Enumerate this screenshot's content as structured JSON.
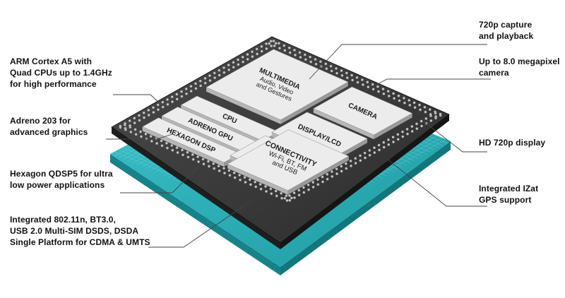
{
  "callouts": {
    "cpu": [
      "ARM Cortex A5 with",
      "Quad CPUs up to 1.4GHz",
      "for high performance"
    ],
    "gpu": [
      "Adreno 203 for",
      "advanced graphics"
    ],
    "dsp": [
      "Hexagon QDSP5 for ultra",
      "low power applications"
    ],
    "connectivity": [
      "Integrated 802.11n, BT3.0,",
      "USB 2.0 Multi-SIM DSDS, DSDA",
      "Single Platform for CDMA & UMTS"
    ],
    "capture": [
      "720p capture",
      "and playback"
    ],
    "camera": [
      "Up to 8.0 megapixel",
      "camera"
    ],
    "display": [
      "HD 720p display"
    ],
    "gps": [
      "Integrated IZat",
      "GPS support"
    ]
  },
  "blocks": {
    "multimedia": {
      "title": "MULTIMEDIA",
      "sub": [
        "Audio, Video",
        "and Gestures"
      ]
    },
    "cpu": {
      "title": "CPU"
    },
    "adreno": {
      "title": "ADRENO GPU"
    },
    "hexagon": {
      "title": "HEXAGON DSP"
    },
    "connectivity": {
      "title": "CONNECTIVITY",
      "sub": [
        "Wi-Fi, BT, FM",
        "and USB"
      ]
    },
    "camera": {
      "title": "CAMERA"
    },
    "display": {
      "title": "DISPLAY/LCD"
    },
    "location": {
      "title": "LOCATION"
    }
  },
  "colors": {
    "board": "#2bb0b8",
    "board_side": "#16838b",
    "chip": "#3c3c3c",
    "chip_side": "#1e1e1e",
    "block": "#ececec",
    "block_side": "#b6b6b6",
    "pins": "#c8c8c8",
    "leader": "#444444"
  }
}
